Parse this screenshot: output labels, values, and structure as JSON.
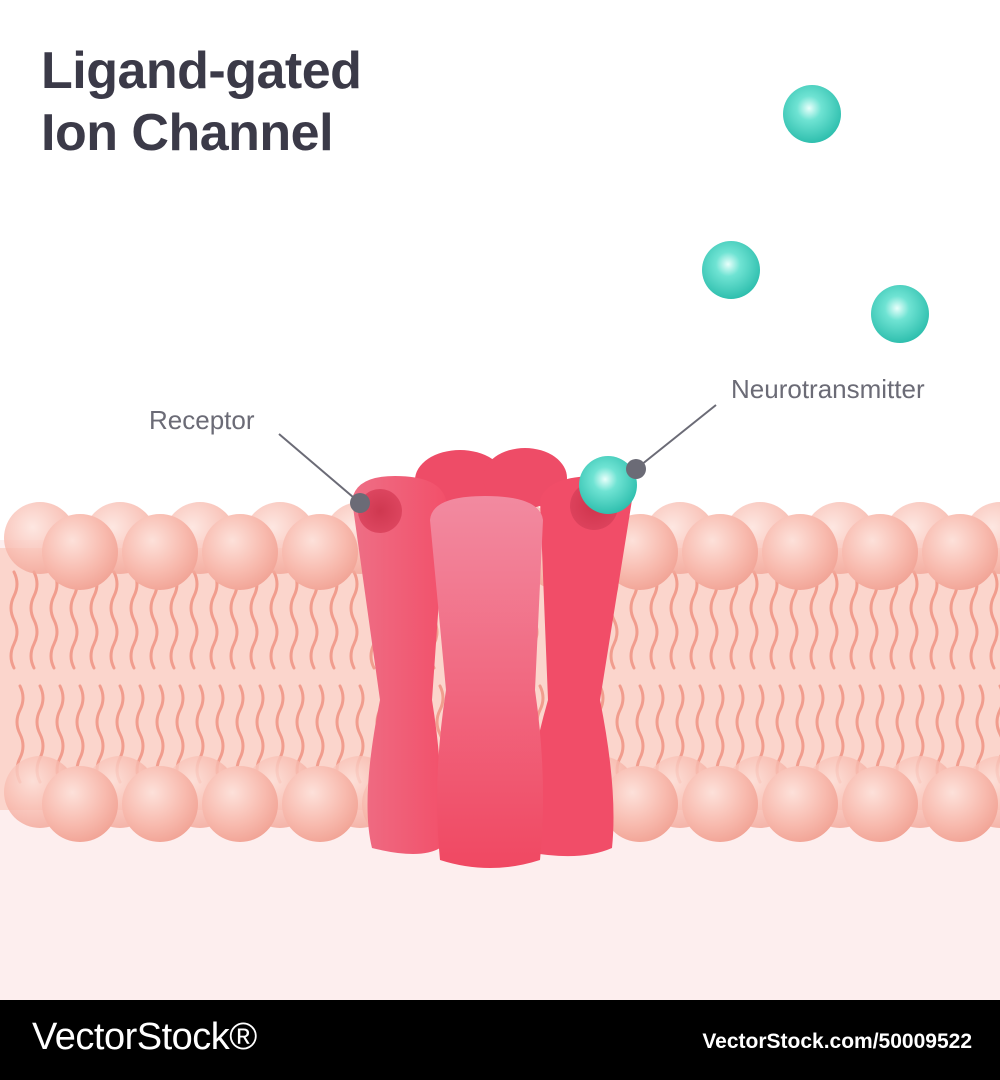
{
  "title": {
    "line1": "Ligand-gated",
    "line2": "Ion Channel"
  },
  "labels": {
    "receptor": "Receptor",
    "neurotransmitter": "Neurotransmitter"
  },
  "footer": {
    "brand": "VectorStock®",
    "stock_id": "VectorStock.com/50009522"
  },
  "colors": {
    "membrane_head": "#f7b2a6",
    "membrane_tail": "#f3a293",
    "channel": "#f04a66",
    "neurotransmitter": "#4dd6c4",
    "title_text": "#3b3a48",
    "label_text": "#6b6b76"
  }
}
